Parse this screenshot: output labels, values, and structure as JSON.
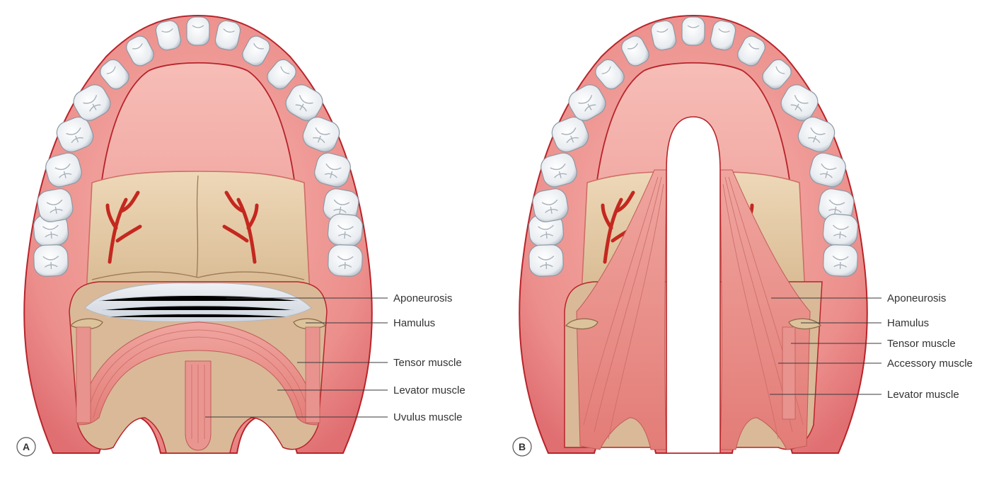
{
  "colors": {
    "gum": "#e36f72",
    "gum_outline": "#b7242a",
    "palate_soft": "#f3b3ae",
    "bone": "#e6cfae",
    "aponeurosis": "#dfe3e9",
    "muscle": "#e58b86",
    "vessel": "#c4281f",
    "tooth": "#f4f6f8"
  },
  "panels": [
    {
      "id": "A",
      "letter": "A",
      "labels": [
        {
          "text": "Aponeurosis"
        },
        {
          "text": "Hamulus"
        },
        {
          "text": "Tensor muscle"
        },
        {
          "text": "Levator muscle"
        },
        {
          "text": "Uvulus muscle"
        }
      ]
    },
    {
      "id": "B",
      "letter": "B",
      "labels": [
        {
          "text": "Aponeurosis"
        },
        {
          "text": "Hamulus"
        },
        {
          "text": "Tensor muscle"
        },
        {
          "text": "Accessory muscle"
        },
        {
          "text": "Levator muscle"
        }
      ]
    }
  ]
}
